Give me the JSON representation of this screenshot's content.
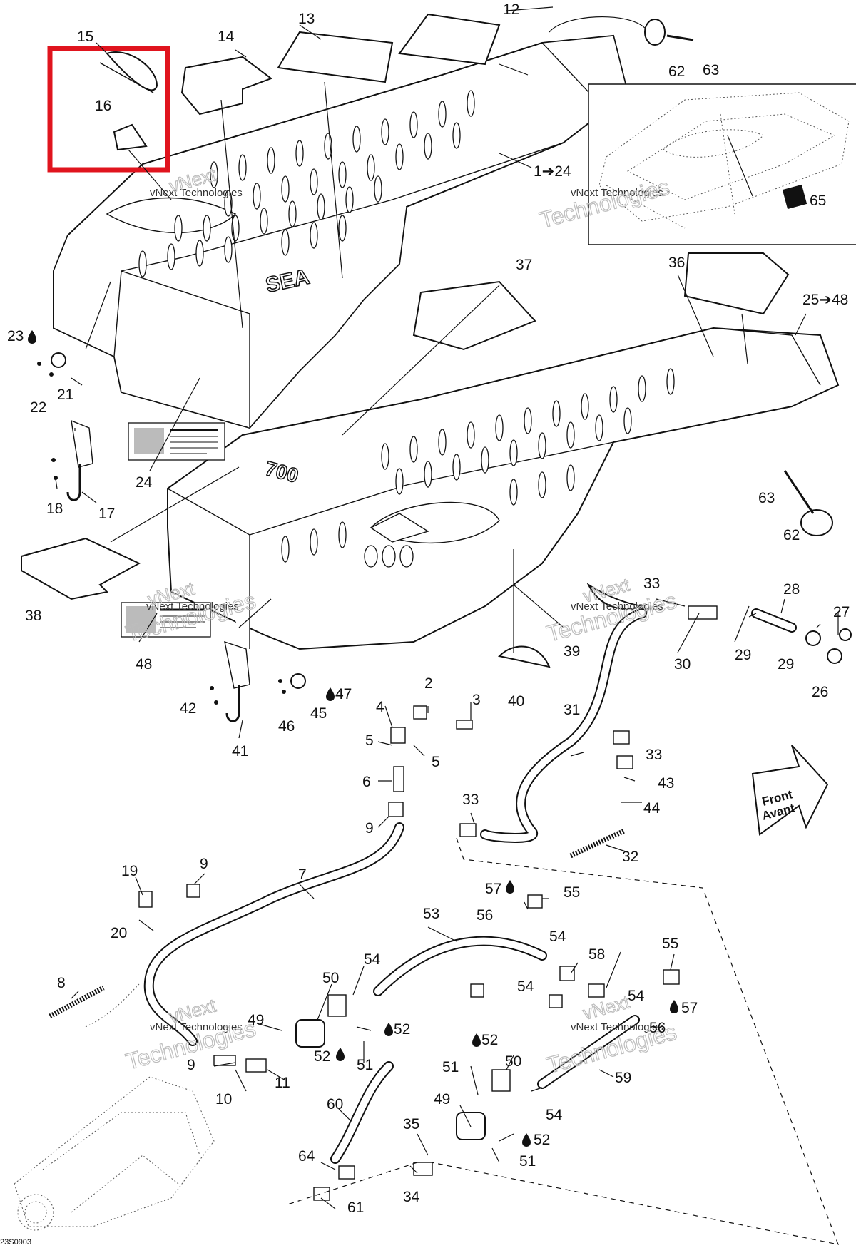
{
  "diagram_code": "23S0903",
  "highlight_color": "#e0141e",
  "watermark": {
    "line1": "vNext Technologies",
    "line2": "vNext",
    "line3": "Technologies"
  },
  "front_arrow": {
    "line1": "Front",
    "line2": "Avant"
  },
  "drip_icon": "drop-icon",
  "labels": {
    "p1_24": "1➔24",
    "p25_48": "25➔48",
    "p2": "2",
    "p3": "3",
    "p4": "4",
    "p5a": "5",
    "p5b": "5",
    "p6": "6",
    "p7": "7",
    "p8": "8",
    "p9a": "9",
    "p9b": "9",
    "p9c": "9",
    "p10": "10",
    "p11": "11",
    "p12": "12",
    "p13": "13",
    "p14": "14",
    "p15": "15",
    "p16": "16",
    "p17": "17",
    "p18": "18",
    "p19": "19",
    "p20": "20",
    "p21": "21",
    "p22": "22",
    "p23": "23",
    "p24": "24",
    "p26": "26",
    "p27": "27",
    "p28": "28",
    "p29a": "29",
    "p29b": "29",
    "p30": "30",
    "p31": "31",
    "p32": "32",
    "p33a": "33",
    "p33b": "33",
    "p33c": "33",
    "p34": "34",
    "p35": "35",
    "p36": "36",
    "p37": "37",
    "p38": "38",
    "p39": "39",
    "p40": "40",
    "p41": "41",
    "p42": "42",
    "p43": "43",
    "p44": "44",
    "p45": "45",
    "p46": "46",
    "p47": "47",
    "p48": "48",
    "p49a": "49",
    "p49b": "49",
    "p50a": "50",
    "p50b": "50",
    "p51a": "51",
    "p51b": "51",
    "p51c": "51",
    "p52a": "52",
    "p52b": "52",
    "p52c": "52",
    "p52d": "52",
    "p53": "53",
    "p54a": "54",
    "p54b": "54",
    "p54c": "54",
    "p54d": "54",
    "p54e": "54",
    "p55a": "55",
    "p55b": "55",
    "p56a": "56",
    "p56b": "56",
    "p57a": "57",
    "p57b": "57",
    "p58": "58",
    "p59": "59",
    "p60": "60",
    "p61": "61",
    "p62a": "62",
    "p62b": "62",
    "p63a": "63",
    "p63b": "63",
    "p64": "64",
    "p65": "65"
  }
}
